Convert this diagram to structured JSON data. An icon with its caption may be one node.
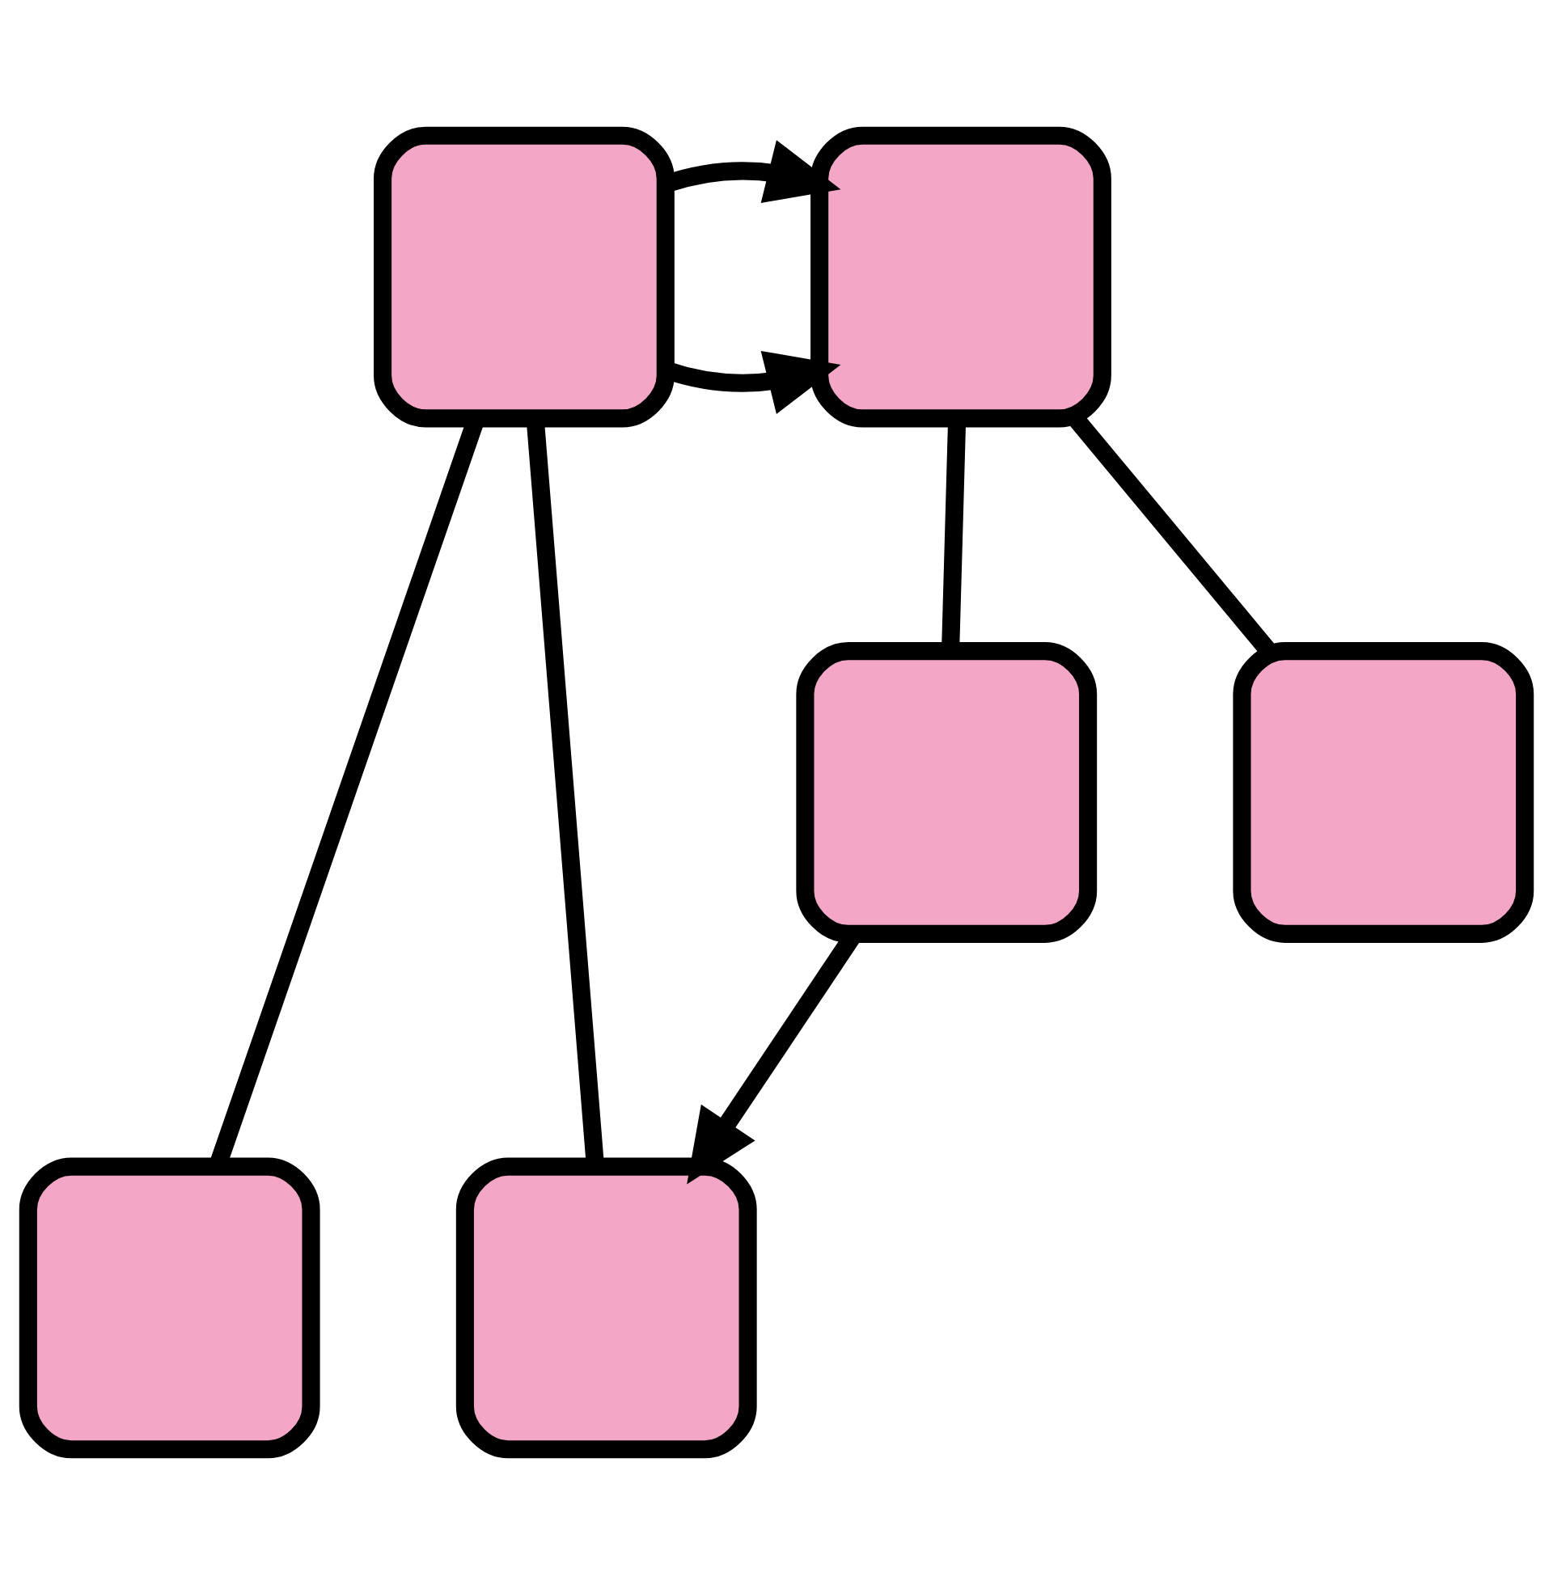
{
  "diagram": {
    "nodes": [
      {
        "text": [],
        "shape": "person"
      },
      {
        "text": [],
        "shape": "person"
      },
      {
        "text": [],
        "shape": "person"
      },
      {
        "text": [],
        "shape": "person"
      },
      {
        "text": [],
        "shape": "person"
      },
      {
        "text": [],
        "shape": "person"
      }
    ],
    "edges": [
      {
        "from": 0,
        "to": 1,
        "arrow": "to"
      },
      {
        "from": 0,
        "to": 1,
        "arrow": "to"
      },
      {
        "from": 1,
        "to": 2,
        "arrow": "none"
      },
      {
        "from": 1,
        "to": 3,
        "arrow": "none"
      },
      {
        "from": 0,
        "to": 4,
        "arrow": "none"
      },
      {
        "from": 0,
        "to": 5,
        "arrow": "none"
      },
      {
        "from": 2,
        "to": 5,
        "arrow": "to"
      }
    ]
  }
}
